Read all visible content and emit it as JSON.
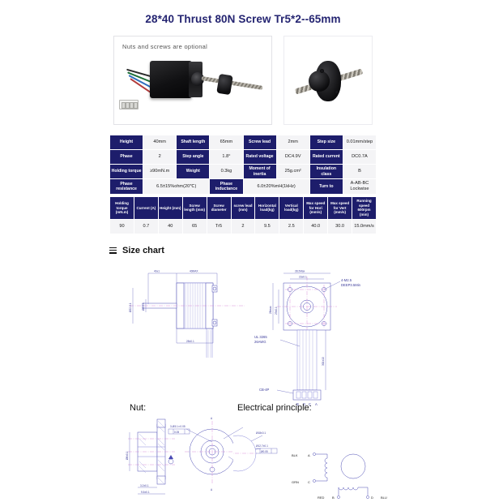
{
  "page": {
    "title": "28*40 Thrust 80N Screw Tr5*2--65mm"
  },
  "photos": {
    "note": "Nuts and screws are optional",
    "main_alt": "nema11-stepper-motor-with-lead-screw",
    "detail_alt": "lead-screw-nut-close-up"
  },
  "spec_table_1": {
    "rows": [
      [
        {
          "type": "header",
          "text": "Height"
        },
        {
          "type": "value",
          "text": "40mm"
        },
        {
          "type": "header",
          "text": "Shaft length"
        },
        {
          "type": "value",
          "text": "65mm"
        },
        {
          "type": "header",
          "text": "Screw lead"
        },
        {
          "type": "value",
          "text": "2mm"
        },
        {
          "type": "header",
          "text": "Step size"
        },
        {
          "type": "value",
          "text": "0.01mm/step"
        }
      ],
      [
        {
          "type": "header",
          "text": "Phase"
        },
        {
          "type": "value",
          "text": "2"
        },
        {
          "type": "header",
          "text": "Step angle"
        },
        {
          "type": "value",
          "text": "1.8°"
        },
        {
          "type": "header",
          "text": "Rated voltage"
        },
        {
          "type": "value",
          "text": "DC4.9V"
        },
        {
          "type": "header",
          "text": "Rated current"
        },
        {
          "type": "value",
          "text": "DC0.7A"
        }
      ],
      [
        {
          "type": "header",
          "text": "Holding torque"
        },
        {
          "type": "value",
          "text": "≥90mN.m"
        },
        {
          "type": "header",
          "text": "Weight"
        },
        {
          "type": "value",
          "text": "0.3kg"
        },
        {
          "type": "header",
          "text": "Moment of inertia"
        },
        {
          "type": "value",
          "text": "25g.cm²"
        },
        {
          "type": "header",
          "text": "Insulation class"
        },
        {
          "type": "value",
          "text": "B"
        }
      ],
      [
        {
          "type": "header",
          "text": "Phase resistance"
        },
        {
          "type": "value",
          "text": "6.5±15%ohm(20℃)",
          "span": 2
        },
        {
          "type": "header",
          "text": "Phase inductance"
        },
        {
          "type": "value",
          "text": "6.0±20%mH(1kHz)",
          "span": 2
        },
        {
          "type": "header",
          "text": "Turn to"
        },
        {
          "type": "value",
          "text": "A-AB-BC Lockwise"
        }
      ]
    ]
  },
  "spec_table_2": {
    "headers": [
      "Holding torque (mN.m)",
      "Current (A)",
      "Height (mm)",
      "Screw length (mm)",
      "Screw diameter",
      "screw lead (mm)",
      "Horizontal load(kg)",
      "Vertical load(kg)",
      "Max speed for Hori (mm/s)",
      "Max speed for Vert (mm/s)",
      "Running speed 600rpm (min)"
    ],
    "values": [
      "90",
      "0.7",
      "40",
      "65",
      "Tr5",
      "2",
      "9.5",
      "2.5",
      "40.0",
      "30.0",
      "15.0mm/s"
    ]
  },
  "size_chart": {
    "heading": "Size chart",
    "menu_icon": "hamburger-icon"
  },
  "drawings": {
    "side_view": {
      "dims": [
        "40±1",
        "40MAX",
        "28±0.1",
        "Ø5-0.1",
        "Ø22-0.1"
      ]
    },
    "front_view": {
      "dims": [
        "28.2Max",
        "23±0.1",
        "28max",
        "23±0.1",
        "300±10"
      ],
      "callout": "4-M2.5 DEEP3.5Min",
      "wire_spec": "UL 3265 26AWG",
      "connector": "CB-4P",
      "pin_labels": [
        "B",
        "D",
        "C",
        "A"
      ]
    },
    "nut": {
      "label": "Nut:",
      "dims": [
        "Ø8±0.1",
        "3.2±0.1",
        "9.5±0.1",
        "3-Ø3.1∓0.05",
        "Ø18±0.1",
        "Ø12.7±0.1",
        "Ø0.05"
      ]
    },
    "electrical": {
      "label": "Electrical principle:",
      "terminals": [
        {
          "color": "BLK",
          "pin": "A"
        },
        {
          "color": "GRN",
          "pin": "C"
        },
        {
          "color": "RED",
          "pin": "B"
        },
        {
          "color": "BLU",
          "pin": "D"
        }
      ]
    }
  },
  "colors": {
    "title": "#242471",
    "table_header_bg": "#1d1d6b",
    "table_cell_bg": "#f4f4f6",
    "drawing_line": "#4a4ab4",
    "center_line": "#d07ad0"
  }
}
